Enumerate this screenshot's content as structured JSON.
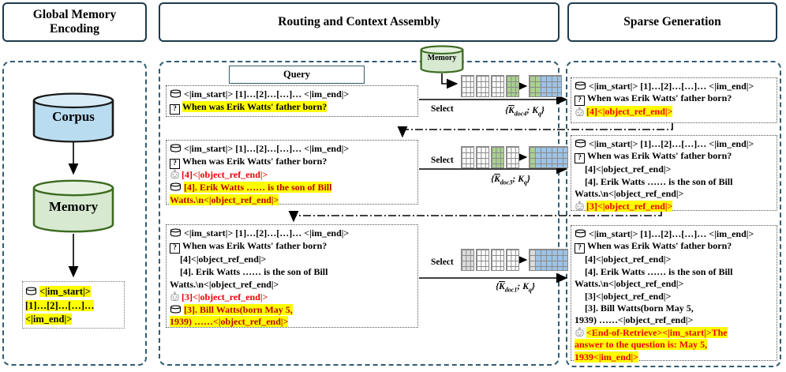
{
  "colors": {
    "panel-border": "#2f5d73",
    "header-border": "#1d3b4c",
    "highlight": "#ffff00",
    "red": "#ee0000",
    "doc-red": "#bb0000",
    "corpus-fill": "#b9dcf0",
    "corpus-top": "#d8ecf8",
    "cyl-border": "#1a1a1a",
    "memory-fill": "#d7e9d0",
    "memory-top": "#e6f2e0",
    "memory-border": "#3c6b22",
    "cell-line": "#8a8a8a",
    "green-cell": "#a9d18e",
    "blue-cell": "#9dc3e6",
    "gray-cell": "#dcdcdc",
    "robot-gray": "#909090"
  },
  "headers": {
    "left": "Global Memory Encoding",
    "middle": "Routing and Context Assembly",
    "right": "Sparse Generation"
  },
  "left_panel": {
    "corpus_label": "Corpus",
    "memory_label": "Memory",
    "token_box": {
      "line1": "<|im_start|>",
      "line2": "[1]…[2]…[…]…",
      "line3": "<|im_end|>"
    }
  },
  "middle_panel": {
    "query_label": "Query",
    "memory_label": "Memory",
    "select_label": "Select"
  },
  "shared": {
    "context_line": "<|im_start|> [1]…[2]…[…]… <|im_end|>",
    "question": "When was Erik Watts' father born?",
    "ref4": "[4]<|object_ref_end|>",
    "doc4": "[4]. Erik Watts …… is the son of Bill\nWatts.\\n<|object_ref_end|>",
    "ref3": "[3]<|object_ref_end|>",
    "doc3": "[3]. Bill Watts(born May 5,\n1939) ……<|object_ref_end|>",
    "final_answer": "<End-of-Retrieve><|im_start|>The\nanswer to the question is: May 5,\n1939<|im_end|>"
  },
  "kv": {
    "open": "{",
    "k": "K",
    "semi": ";",
    "qsub": "q",
    "close": "}",
    "subs": [
      "doc4",
      "doc3",
      "doc1"
    ]
  },
  "icons": {
    "question_glyph": "?"
  }
}
